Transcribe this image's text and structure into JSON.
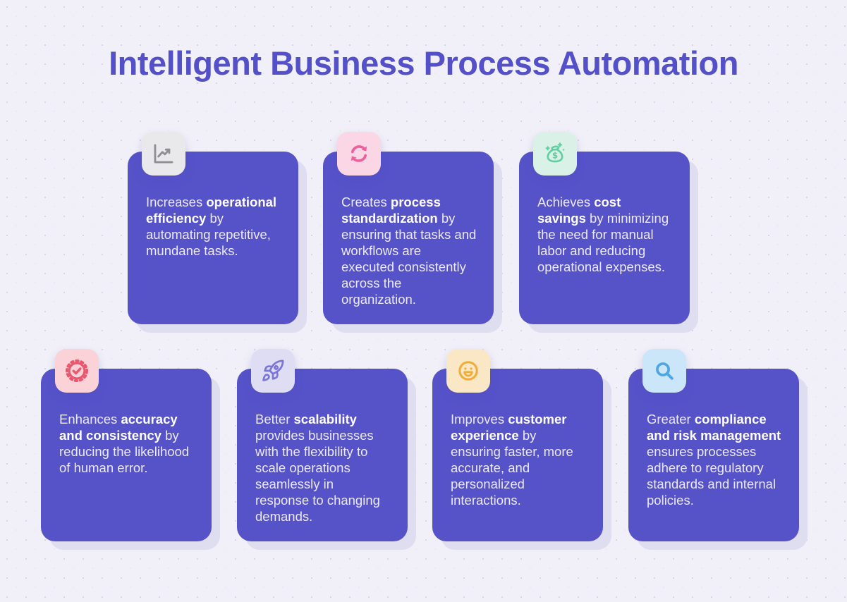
{
  "page": {
    "title": "Intelligent Business Process Automation"
  },
  "theme": {
    "background": "#F1F0F8",
    "dot_color": "#D6D4EA",
    "dot_color_light": "#E6E4F3",
    "title_color": "#5450C8",
    "card_color": "#5652C8",
    "card_shadow": "#DFDDF0",
    "text_color": "#ECEAF8",
    "bold_color": "#FFFFFF"
  },
  "cards": [
    {
      "id": "operational-efficiency",
      "icon": "line-chart-icon",
      "icon_bg": "#E9E8EA",
      "icon_color": "#8E8E93",
      "segments": [
        {
          "text": "Increases ",
          "bold": false
        },
        {
          "text": "operational efficiency",
          "bold": true
        },
        {
          "text": " by automating repetitive, mundane tasks.",
          "bold": false
        }
      ]
    },
    {
      "id": "process-standardization",
      "icon": "sync-icon",
      "icon_bg": "#FBD6E4",
      "icon_color": "#EE5F9F",
      "segments": [
        {
          "text": "Creates ",
          "bold": false
        },
        {
          "text": "process standardization",
          "bold": true
        },
        {
          "text": " by ensuring that tasks and workflows are executed consistently across the organization.",
          "bold": false
        }
      ]
    },
    {
      "id": "cost-savings",
      "icon": "money-bag-icon",
      "icon_bg": "#D9F1E6",
      "icon_color": "#5FCFA2",
      "segments": [
        {
          "text": "Achieves ",
          "bold": false
        },
        {
          "text": "cost savings",
          "bold": true
        },
        {
          "text": " by minimizing the need for manual labor and reducing operational expenses.",
          "bold": false
        }
      ]
    },
    {
      "id": "accuracy-consistency",
      "icon": "seal-check-icon",
      "icon_bg": "#FAD2D8",
      "icon_color": "#E7586F",
      "segments": [
        {
          "text": "Enhances ",
          "bold": false
        },
        {
          "text": "accuracy and consistency",
          "bold": true
        },
        {
          "text": " by reducing the likelihood of human error.",
          "bold": false
        }
      ]
    },
    {
      "id": "scalability",
      "icon": "rocket-icon",
      "icon_bg": "#DEDDF4",
      "icon_color": "#7B75DA",
      "segments": [
        {
          "text": "Better ",
          "bold": false
        },
        {
          "text": "scalability",
          "bold": true
        },
        {
          "text": " provides businesses with the flexibility to scale operations seamlessly in response to changing demands.",
          "bold": false
        }
      ]
    },
    {
      "id": "customer-experience",
      "icon": "smiley-icon",
      "icon_bg": "#FAE7C5",
      "icon_color": "#EFAE3B",
      "segments": [
        {
          "text": "Improves ",
          "bold": false
        },
        {
          "text": "customer experience",
          "bold": true
        },
        {
          "text": " by ensuring faster, more accurate, and personalized interactions.",
          "bold": false
        }
      ]
    },
    {
      "id": "compliance-risk",
      "icon": "magnifier-icon",
      "icon_bg": "#CBE6F9",
      "icon_color": "#4FA6E4",
      "segments": [
        {
          "text": "Greater ",
          "bold": false
        },
        {
          "text": "compliance and risk management",
          "bold": true
        },
        {
          "text": " ensures processes adhere to regulatory standards and internal policies.",
          "bold": false
        }
      ]
    }
  ]
}
